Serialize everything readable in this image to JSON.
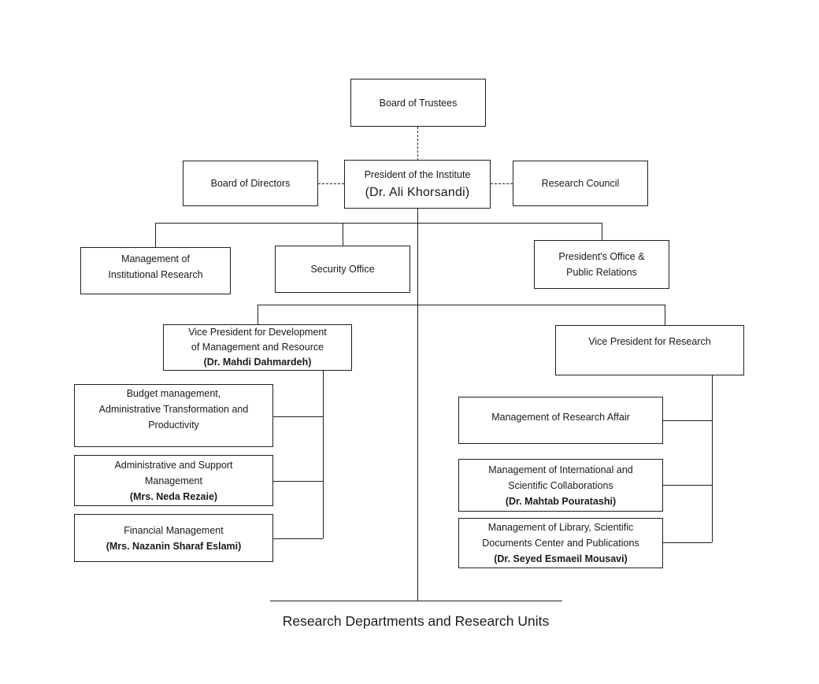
{
  "chart": {
    "footer_label": "Research Departments and Research Units",
    "nodes": {
      "board_of_trustees": {
        "lines": [
          "Board of Trustees"
        ]
      },
      "board_of_directors": {
        "lines": [
          "Board of Directors"
        ]
      },
      "president": {
        "lines": [
          "President of the Institute"
        ],
        "name": "(Dr. Ali Khorsandi)"
      },
      "research_council": {
        "lines": [
          "Research Council"
        ]
      },
      "mgmt_institutional_research": {
        "lines": [
          "Management of",
          "Institutional Research"
        ]
      },
      "security_office": {
        "lines": [
          "Security Office"
        ]
      },
      "presidents_office": {
        "lines": [
          "President's Office &",
          "Public Relations"
        ]
      },
      "vp_development": {
        "lines": [
          "Vice President for Development",
          "of Management and Resource"
        ],
        "name": "(Dr. Mahdi Dahmardeh)"
      },
      "vp_research": {
        "lines": [
          "Vice President for Research"
        ]
      },
      "budget_management": {
        "lines": [
          "Budget management,",
          "Administrative Transformation and",
          "Productivity"
        ]
      },
      "admin_support_management": {
        "lines": [
          "Administrative and Support",
          "Management"
        ],
        "name": "(Mrs. Neda Rezaie)"
      },
      "financial_management": {
        "lines": [
          "Financial Management"
        ],
        "name": "(Mrs. Nazanin Sharaf Eslami)"
      },
      "research_affair": {
        "lines": [
          "Management of Research Affair"
        ]
      },
      "international_collaborations": {
        "lines": [
          "Management of International and",
          "Scientific Collaborations"
        ],
        "name": "(Dr. Mahtab Pouratashi)"
      },
      "library_publications": {
        "lines": [
          "Management of Library, Scientific",
          "Documents Center and Publications"
        ],
        "name": "(Dr. Seyed Esmaeil Mousavi)"
      }
    }
  }
}
